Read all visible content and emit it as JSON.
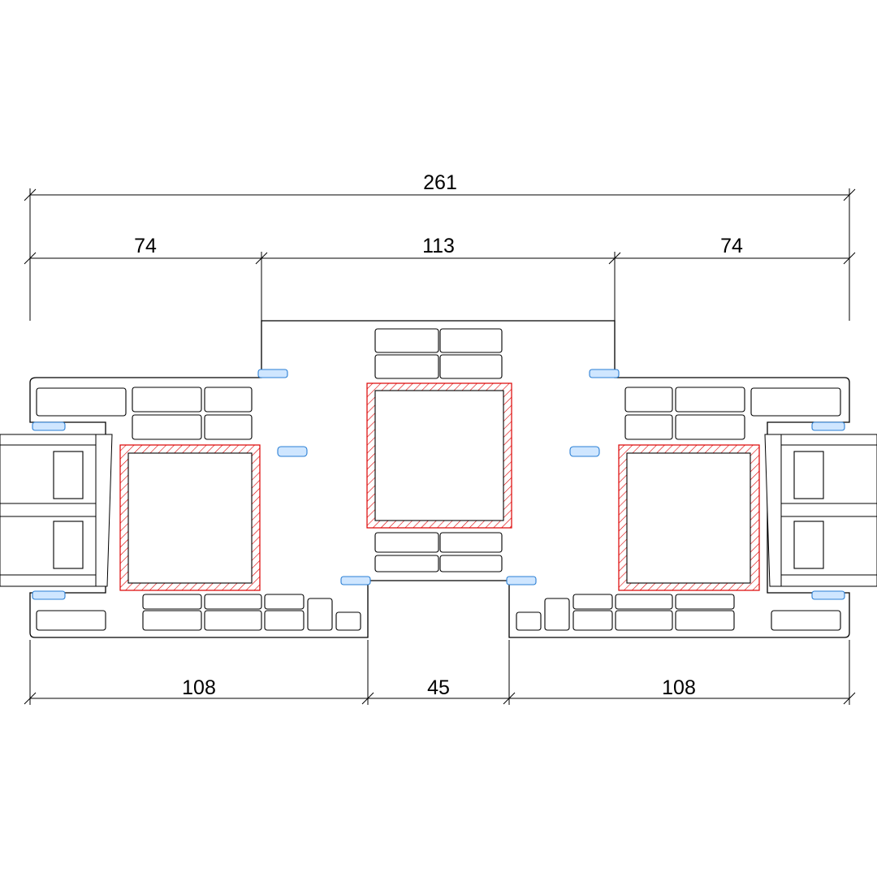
{
  "drawing": {
    "dimensions": {
      "overall": "261",
      "top_left": "74",
      "top_middle": "113",
      "top_right": "74",
      "bottom_left": "108",
      "bottom_middle": "45",
      "bottom_right": "108"
    },
    "colors": {
      "reinforcement": "#dd0000",
      "gasket": "#2a7fd4",
      "lines": "#000000"
    }
  }
}
